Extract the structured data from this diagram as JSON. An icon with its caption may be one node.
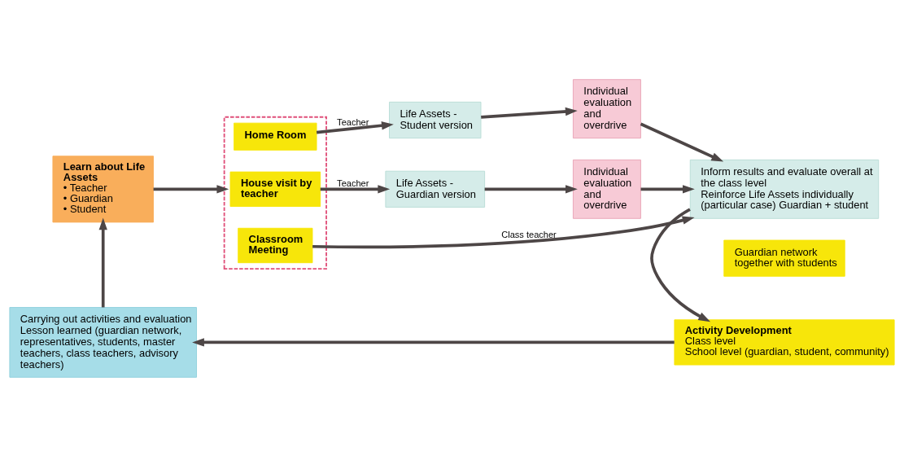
{
  "diagram": {
    "nodes": [
      {
        "text": [
          "Learn about Life Assets",
          "• Teacher",
          "• Guardian",
          "• Student"
        ]
      },
      {
        "text": [],
        "shape": "box"
      },
      {
        "text": [
          "Home Room"
        ],
        "in": 1
      },
      {
        "text": [
          "House visit by teacher"
        ],
        "in": 1
      },
      {
        "text": [
          "Classroom Meeting"
        ],
        "in": 1
      },
      {
        "text": [
          "Life Assets - Student version"
        ]
      },
      {
        "text": [
          "Life Assets - Guardian version"
        ]
      },
      {
        "text": [
          "Individual evaluation and overdrive"
        ]
      },
      {
        "text": [
          "Individual evaluation and overdrive"
        ]
      },
      {
        "text": [
          "Inform results and evaluate overall at the class level",
          "Reinforce Life Assets individually (particular case) Guardian + student"
        ]
      },
      {
        "text": [
          "Guardian network together with students"
        ]
      },
      {
        "text": [
          "Activity Development",
          "Class level",
          "School level (guardian, student, community)"
        ]
      },
      {
        "text": [
          "Carrying out activities and evaluation",
          "Lesson learned (guardian network, representatives, students, master teachers, class teachers, advisory teachers)"
        ]
      }
    ],
    "edges": [
      {
        "from": 0,
        "to": 1,
        "arrow": "to"
      },
      {
        "from": 2,
        "to": 5,
        "arrow": "to",
        "label": "Teacher"
      },
      {
        "from": 3,
        "to": 6,
        "arrow": "to",
        "label": "Teacher"
      },
      {
        "from": 4,
        "to": 9,
        "arrow": "to",
        "label": "Class teacher"
      },
      {
        "from": 5,
        "to": 7,
        "arrow": "to"
      },
      {
        "from": 6,
        "to": 8,
        "arrow": "to"
      },
      {
        "from": 7,
        "to": 9,
        "arrow": "to"
      },
      {
        "from": 8,
        "to": 9,
        "arrow": "to"
      },
      {
        "from": 9,
        "to": 11,
        "arrow": "to"
      },
      {
        "from": 11,
        "to": 12,
        "arrow": "to"
      },
      {
        "from": 12,
        "to": 0,
        "arrow": "to"
      }
    ]
  }
}
